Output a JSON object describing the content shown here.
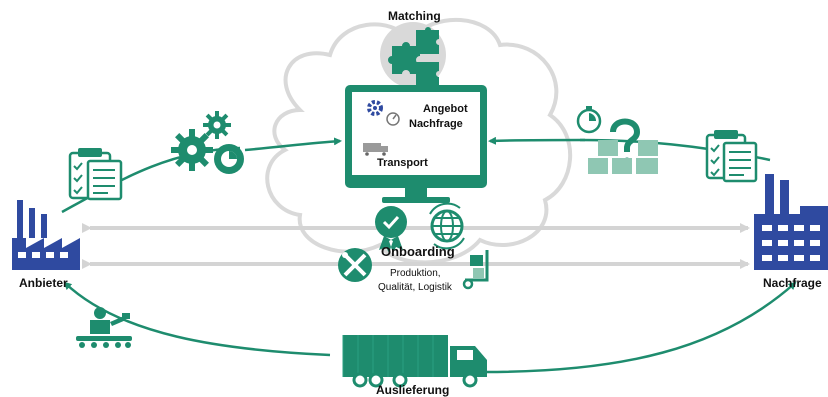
{
  "labels": {
    "matching": "Matching",
    "angebot": "Angebot",
    "nachfrage_screen": "Nachfrage",
    "transport": "Transport",
    "onboarding": "Onboarding",
    "services_line1": "Produktion,",
    "services_line2": "Qualität, Logistik",
    "anbieter": "Anbieter",
    "nachfrage": "Nachfrage",
    "auslieferung": "Auslieferung"
  },
  "colors": {
    "teal": "#1e8c6e",
    "teal_light": "#8fc7b3",
    "navy": "#2f4aa0",
    "cloud": "#d9d9d9",
    "arrow_grey": "#d4d4d4"
  },
  "icons": [
    "puzzle-icon",
    "gears-icon",
    "clipboard-icon",
    "factory-icon",
    "worker-conveyor-icon",
    "monitor-icon",
    "truck-icon",
    "timer-icon",
    "question-icon",
    "boxes-icon",
    "certificate-icon",
    "globe-icon",
    "tools-icon",
    "hand-truck-icon"
  ]
}
